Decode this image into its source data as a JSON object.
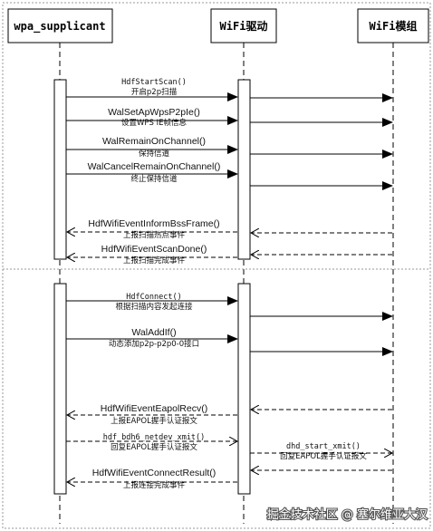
{
  "participants": {
    "supplicant": "wpa_supplicant",
    "driver": "WiFi驱动",
    "module": "WiFi模组"
  },
  "messages": [
    {
      "name": "HdfStartScan()",
      "desc": "开启p2p扫描"
    },
    {
      "name": "WalSetApWpsP2pIe()",
      "desc": "设置WPS IE帧信息"
    },
    {
      "name": "WalRemainOnChannel()",
      "desc": "保持信道"
    },
    {
      "name": "WalCancelRemainOnChannel()",
      "desc": "终止保持信道"
    },
    {
      "name": "HdfWifiEventInformBssFrame()",
      "desc": "上报扫描热点事件"
    },
    {
      "name": "HdfWifiEventScanDone()",
      "desc": "上报扫描完成事件"
    },
    {
      "name": "HdfConnect()",
      "desc": "根据扫描内容发起连接"
    },
    {
      "name": "WalAddIf()",
      "desc": "动态添加p2p-p2p0-0接口"
    },
    {
      "name": "HdfWifiEventEapolRecv()",
      "desc": "上报EAPOL握手认证报文"
    },
    {
      "name": "hdf_bdh6_netdev_xmit()",
      "desc": "回复EAPOL握手认证报文"
    },
    {
      "name": "dhd_start_xmit()",
      "desc": "回复EAPOL握手认证报文"
    },
    {
      "name": "HdfWifiEventConnectResult()",
      "desc": "上报连接完成事件"
    }
  ],
  "watermark": "掘金技术社区 @ 塞尔维亚大汉"
}
